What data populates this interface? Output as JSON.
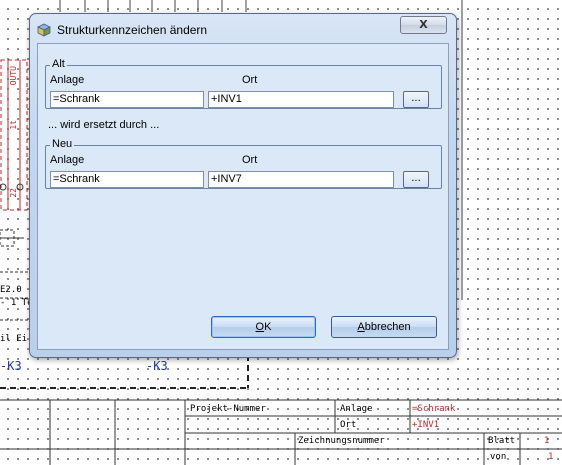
{
  "dialog": {
    "title": "Strukturkennzeichen ändern",
    "close_symbol": "X",
    "old_group": {
      "legend": "Alt",
      "anlage_label": "Anlage",
      "ort_label": "Ort",
      "anlage_value": "=Schrank",
      "ort_value": "+INV1",
      "browse_label": "..."
    },
    "replace_text": "... wird ersetzt durch ...",
    "new_group": {
      "legend": "Neu",
      "anlage_label": "Anlage",
      "ort_label": "Ort",
      "anlage_value": "=Schrank",
      "ort_value": "+INV7",
      "browse_label": "..."
    },
    "ok_underlined": "O",
    "ok_rest": "K",
    "cancel_underlined": "A",
    "cancel_rest": "bbrechen"
  },
  "background": {
    "left_labels": {
      "e20": "E2.0",
      "te": "- 1 Te",
      "ein": "il Ei"
    },
    "vertical_labels": {
      "ortu": "OUTU",
      "t1": "1t",
      "z2": "22"
    },
    "k_labels": [
      "-K3",
      "-K3"
    ],
    "title_block": {
      "projekt_label": "Projekt-Nummer",
      "anlage_label": "Anlage",
      "anlage_value": "=Schrank",
      "ort_label": "Ort",
      "ort_value": "+INV1",
      "zeichnung_label": "Zeichnungsnummer",
      "blatt_label": "Blatt",
      "blatt_value": "1",
      "von_label": "von",
      "von_value": "1"
    }
  },
  "colors": {
    "accent_red": "#c0282a",
    "k_label_blue": "#1c3c9c",
    "dialog_client": "#dbe8f8"
  }
}
